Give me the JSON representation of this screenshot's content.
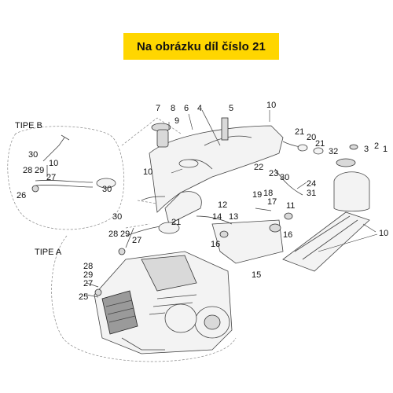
{
  "banner": {
    "text": "Na obrázku díl číslo 21"
  },
  "sections": {
    "tipe_b": "TIPE B",
    "tipe_a": "TIPE A"
  },
  "callouts": [
    "7",
    "8",
    "9",
    "6",
    "4",
    "5",
    "10",
    "21",
    "20",
    "21",
    "32",
    "3",
    "2",
    "1",
    "10",
    "22",
    "23",
    "30",
    "24",
    "31",
    "19",
    "18",
    "17",
    "12",
    "14",
    "13",
    "11",
    "16",
    "16",
    "15",
    "10",
    "21",
    "30",
    "28",
    "29",
    "27",
    "30",
    "10",
    "28",
    "29",
    "28",
    "29",
    "27",
    "25",
    "30",
    "26"
  ],
  "colors": {
    "banner_bg": "#ffd600",
    "line": "#444444"
  }
}
